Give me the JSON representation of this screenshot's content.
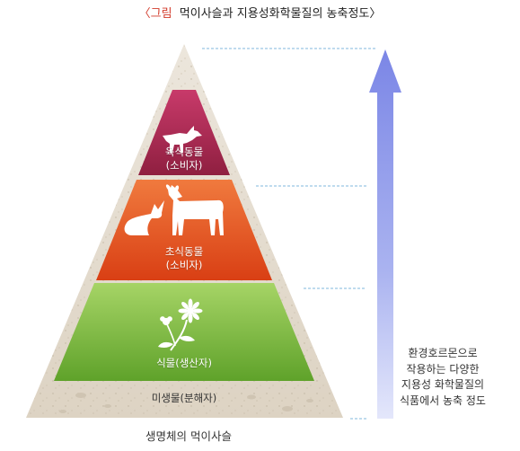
{
  "title": {
    "open": "〈",
    "label": "그림",
    "text": "먹이사슬과 지용성화학물질의 농축정도",
    "close": "〉"
  },
  "pyramid": {
    "tiers": [
      {
        "line1": "육식동물",
        "line2": "(소비자)",
        "icon": "fox-icon",
        "color": "#a7284e"
      },
      {
        "line1": "초식동물",
        "line2": "(소비자)",
        "icon": "goat-rabbit-icon",
        "color": "#e44c1e"
      },
      {
        "line1": "식물(생산자)",
        "line2": "",
        "icon": "flower-icon",
        "color": "#76b535"
      }
    ],
    "base_label": "미생물(분해자)",
    "caption": "생명체의 먹이사슬"
  },
  "arrow": {
    "color": "#8a96e8",
    "lines": [
      "환경호르몬으로",
      "작용하는 다양한",
      "지용성 화학물질의",
      "식품에서 농축 정도"
    ]
  }
}
